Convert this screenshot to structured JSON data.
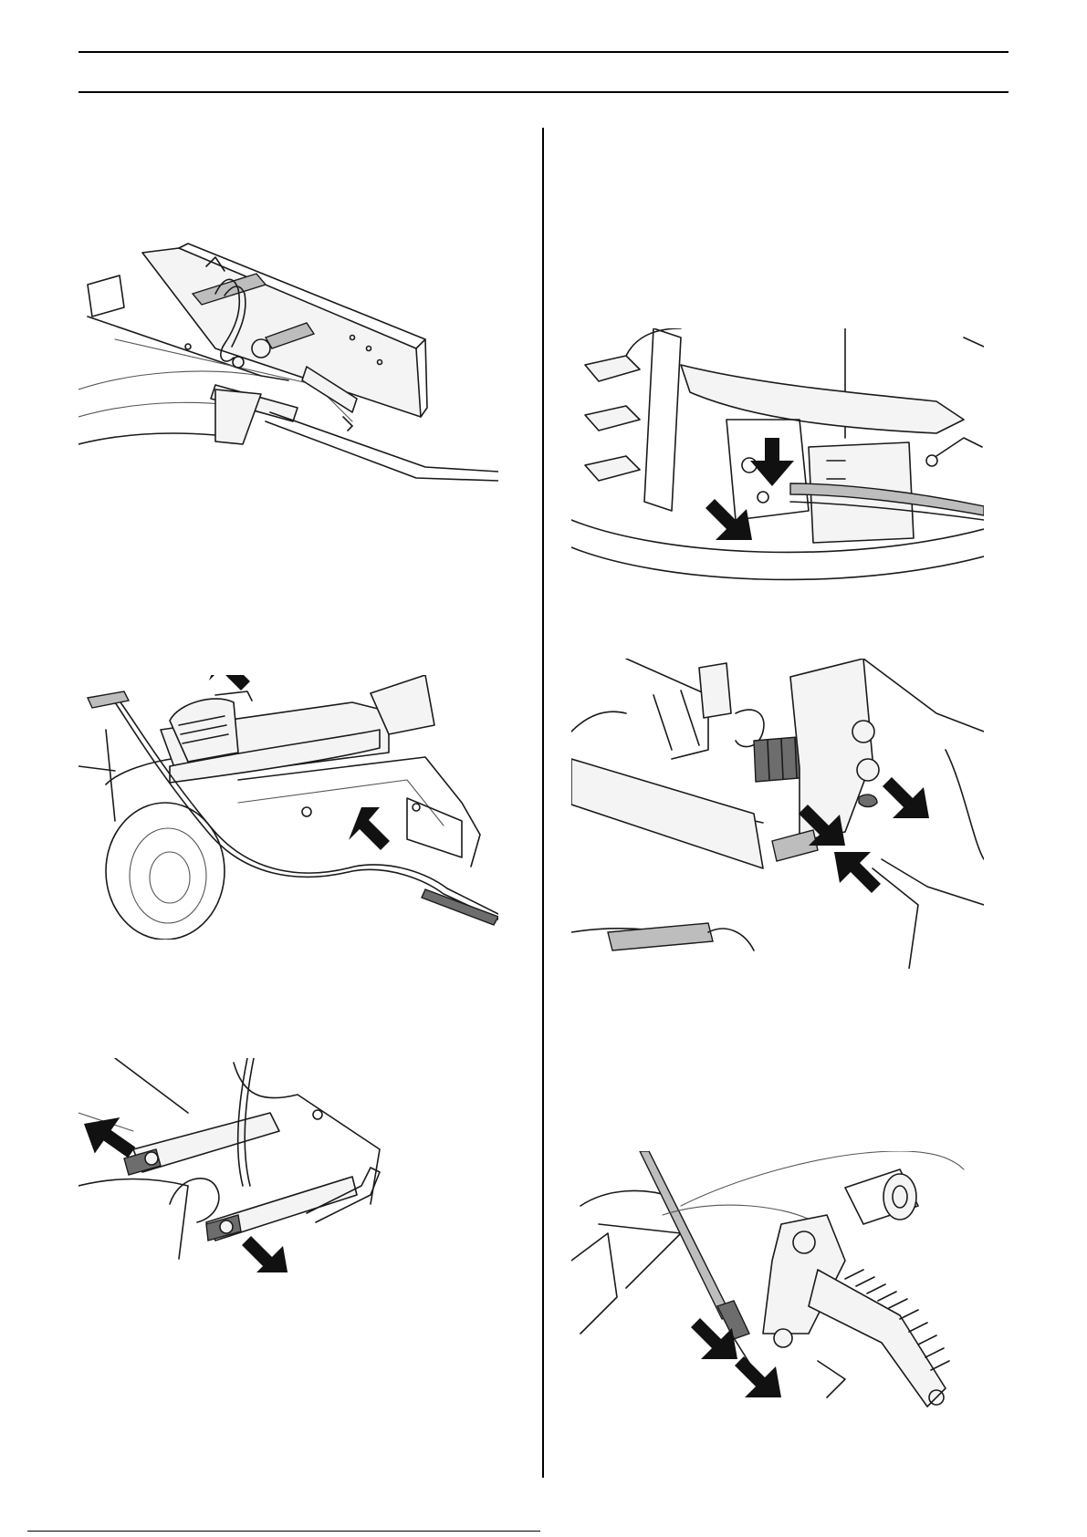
{
  "page": {
    "background": "#ffffff",
    "rule_color": "#000000"
  },
  "figures": [
    {
      "id": "fig-1",
      "depicts": "steering-chain",
      "icon": "arrow-icon",
      "arrows": 0
    },
    {
      "id": "fig-2",
      "depicts": "cable-routing",
      "icon": "arrow-icon",
      "arrows": 2
    },
    {
      "id": "fig-3",
      "depicts": "pedal-pivots",
      "icon": "arrow-icon",
      "arrows": 2
    },
    {
      "id": "fig-4",
      "depicts": "engine-cable-mount",
      "icon": "arrow-icon",
      "arrows": 2
    },
    {
      "id": "fig-5",
      "depicts": "bracket-fasteners",
      "icon": "arrow-icon",
      "arrows": 3
    },
    {
      "id": "fig-6",
      "depicts": "brake-rod-spring",
      "icon": "arrow-icon",
      "arrows": 2
    }
  ]
}
